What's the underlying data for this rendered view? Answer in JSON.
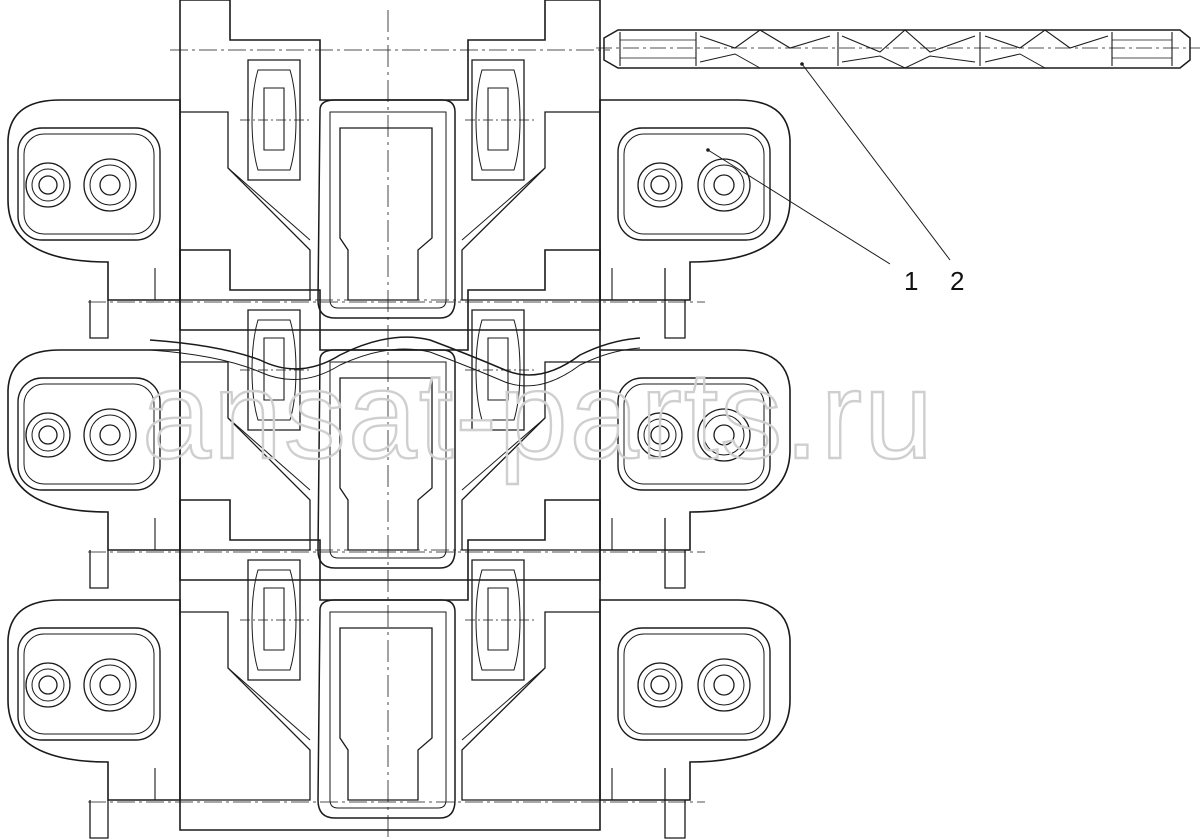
{
  "drawing": {
    "callouts": [
      {
        "id": "1",
        "label": "1"
      },
      {
        "id": "2",
        "label": "2"
      }
    ],
    "watermark": "ansat-parts.ru",
    "line_color": "#1a1a1a",
    "watermark_color": "#cfcfcf",
    "assembly": {
      "shoe_count": 3,
      "lug_holes_per_side": 2
    }
  }
}
